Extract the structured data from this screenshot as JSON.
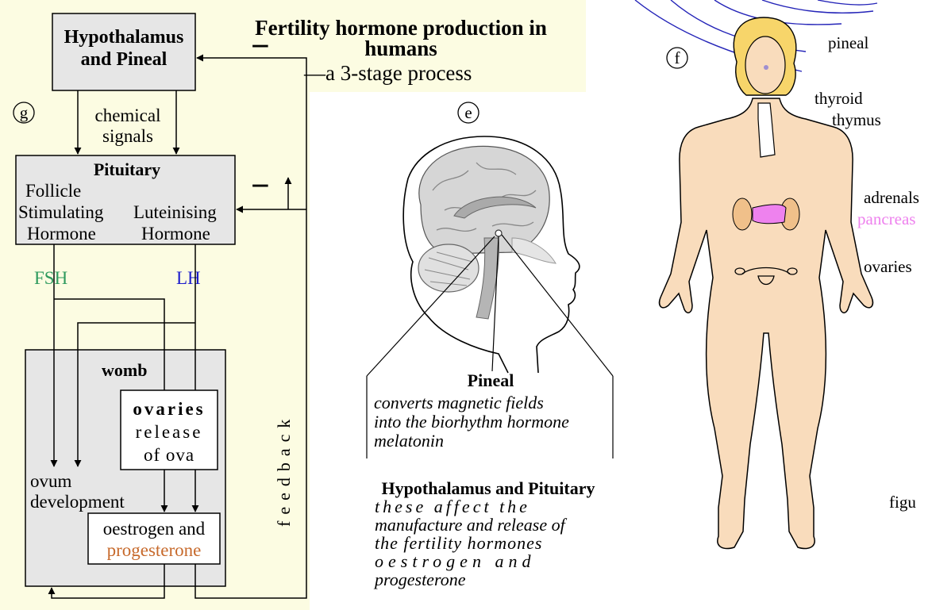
{
  "flowchart": {
    "header": {
      "title_line1": "Fertility hormone  production in",
      "title_line2": "humans",
      "subtitle": "—a 3-stage process"
    },
    "stage_label": "g",
    "hypothalamus_box": {
      "line1": "Hypothalamus",
      "line2": "and Pineal"
    },
    "signal_label": {
      "line1": "chemical",
      "line2": "signals"
    },
    "pituitary_box": {
      "title": "Pituitary",
      "fsh_line1": "Follicle",
      "fsh_line2": "Stimulating",
      "fsh_line3": "Hormone",
      "lh_line1": "Luteinising",
      "lh_line2": "Hormone"
    },
    "fsh_label": "FSH",
    "lh_label": "LH",
    "womb_box": {
      "title": "womb",
      "ovum_line1": "ovum",
      "ovum_line2": "development"
    },
    "ovaries_box": {
      "title": "ovaries",
      "line1": "release",
      "line2": "of ova"
    },
    "hormones_box": {
      "line1": "oestrogen and",
      "line2": "progesterone"
    },
    "feedback_label": "feedback",
    "negative_sign": "−"
  },
  "brain_panel": {
    "stage_label": "e",
    "pineal_title": "Pineal",
    "pineal_desc_line1": "converts  magnetic  fields",
    "pineal_desc_line2": "into the biorhythm hormone",
    "pineal_desc_line3": "melatonin",
    "hp_title": "Hypothalamus and Pituitary",
    "hp_line1": "these   affect   the",
    "hp_line2": "manufacture and release of",
    "hp_line3": "the  fertility  hormones",
    "hp_line4": "oestrogen   and",
    "hp_line5": "progesterone"
  },
  "body_panel": {
    "stage_label": "f",
    "labels": {
      "pineal": "pineal",
      "thyroid": "thyroid",
      "thymus": "thymus",
      "adrenals": "adrenals",
      "pancreas": "pancreas",
      "ovaries": "ovaries"
    },
    "partial_caption": "figu"
  },
  "colors": {
    "panel_bg": "#fcfce2",
    "box_fill": "#e6e6e6",
    "fsh": "#2e9a5e",
    "lh": "#1c1ccc",
    "progesterone": "#c76a2c",
    "pancreas": "#ee82ee",
    "skin": "#f9dcbc",
    "hair": "#f7d56a",
    "field_lines": "#2424b8"
  }
}
